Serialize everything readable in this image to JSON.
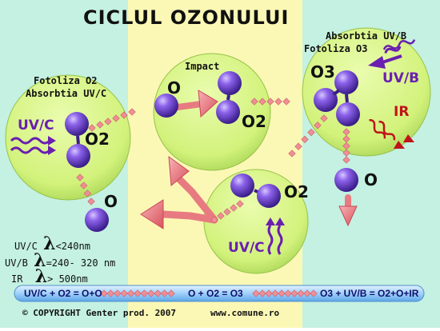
{
  "title": "CICLUL OZONULUI",
  "left": {
    "label1": "Fotoliza O2",
    "label2": "Absorbtia UV/C",
    "uv": "UV/C",
    "molecule": "O2",
    "atom": "O"
  },
  "center": {
    "label": "Impact",
    "atom": "O",
    "molecule": "O2"
  },
  "right": {
    "label1": "Absorbtia UV/B",
    "label2": "Fotoliza O3",
    "molecule": "O3",
    "uv": "UV/B",
    "ir": "IR",
    "atom": "O"
  },
  "bottom": {
    "molecule": "O2",
    "uv": "UV/C"
  },
  "legend": {
    "uvc_prefix": "UV/C",
    "uvc_suffix": "<240nm",
    "uvb_prefix": "UV/B",
    "uvb_suffix": "=240- 320 nm",
    "ir_prefix": "IR",
    "ir_suffix": "> 500nm",
    "lambda": "λ"
  },
  "equations": [
    "UV/C + O2 = O+O",
    "O + O2 = O3",
    "O3 + UV/B = O2+O+IR"
  ],
  "copyright": "© COPYRIGHT Genter prod. 2007",
  "website": "www.comune.ro",
  "colors": {
    "green_band": "#c4f1e1",
    "yellow_band": "#fbf8b5",
    "bubble": "#d9f58c",
    "atom": "#7a52d6",
    "dotted_arrow": "#ef8f95",
    "big_arrow": "#e77b81",
    "uv": "#6a1fb0",
    "ir": "#c0131a",
    "equation_bar": "#a8d6ff"
  }
}
